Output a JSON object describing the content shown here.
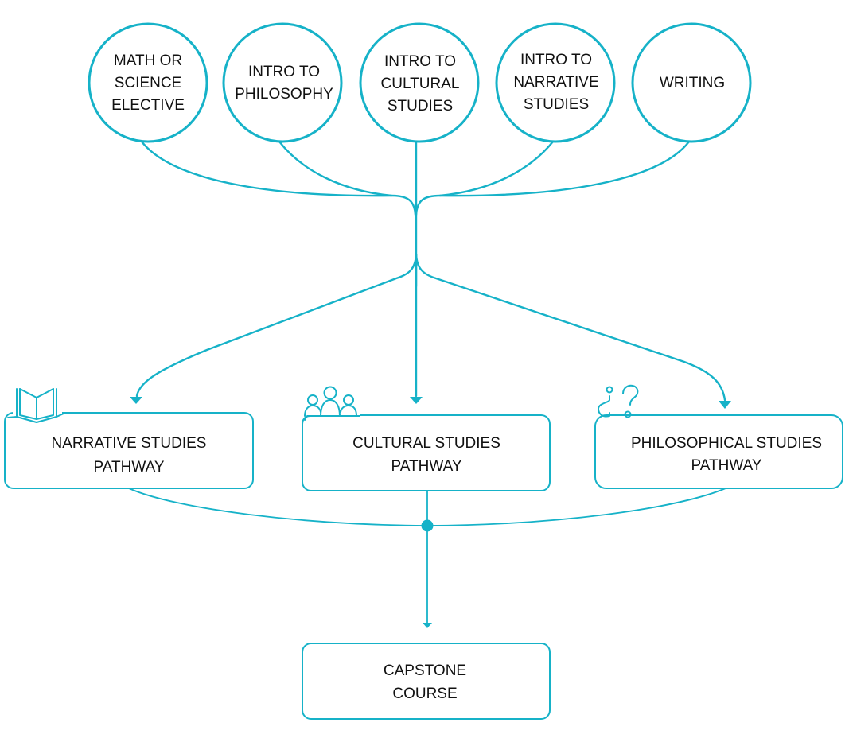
{
  "colors": {
    "accent": "#16b2c8",
    "text": "#111111",
    "background": "#ffffff"
  },
  "intro_courses": [
    {
      "id": "math-science",
      "lines": [
        "MATH OR",
        "SCIENCE",
        "ELECTIVE"
      ]
    },
    {
      "id": "philosophy",
      "lines": [
        "INTRO TO",
        "PHILOSOPHY"
      ]
    },
    {
      "id": "cultural",
      "lines": [
        "INTRO TO",
        "CULTURAL",
        "STUDIES"
      ]
    },
    {
      "id": "narrative",
      "lines": [
        "INTRO TO",
        "NARRATIVE",
        "STUDIES"
      ]
    },
    {
      "id": "writing",
      "lines": [
        "WRITING"
      ]
    }
  ],
  "pathways": [
    {
      "id": "narrative-pathway",
      "lines": [
        "NARRATIVE STUDIES",
        "PATHWAY"
      ],
      "icon": "open-book-icon"
    },
    {
      "id": "cultural-pathway",
      "lines": [
        "CULTURAL STUDIES",
        "PATHWAY"
      ],
      "icon": "people-group-icon"
    },
    {
      "id": "philosophical-pathway",
      "lines": [
        "PHILOSOPHICAL STUDIES",
        "PATHWAY"
      ],
      "icon": "question-marks-icon"
    }
  ],
  "capstone": {
    "lines": [
      "CAPSTONE",
      "COURSE"
    ]
  }
}
